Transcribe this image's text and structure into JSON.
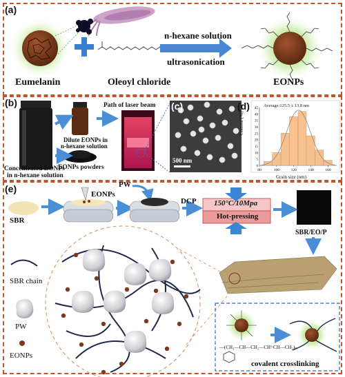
{
  "panels": {
    "a": "(a)",
    "b": "(b)",
    "c": "(c)",
    "d": "(d)",
    "e": "(e)"
  },
  "panel_a": {
    "eumelanin": "Eumelanin",
    "oleoyl_chloride": "Oleoyl chloride",
    "arrow_top": "n-hexane solution",
    "arrow_bottom": "ultrasonication",
    "eonps": "EONPs",
    "plus": "+"
  },
  "panel_b": {
    "concentrated": "Concentrated EONPs\nin n-hexane solution",
    "concentrated_l1": "Concentrated EONPs",
    "concentrated_l2": "in n-hexane solution",
    "dilute_l1": "Dilute EONPs in",
    "dilute_l2": "n-hexane  solution",
    "powders": "EONPs powders",
    "laser": "Path of laser beam",
    "scale_bar": "500 nm"
  },
  "panel_d": {
    "annotation": "Average:125.5 ± 13.8 nm",
    "xlabel": "Grain size (nm)",
    "ylabel": "Content (%)"
  },
  "chart_data": {
    "type": "bar",
    "categories": [
      "90",
      "100",
      "110",
      "120",
      "130",
      "140",
      "150",
      "160"
    ],
    "values": [
      3,
      10,
      25,
      38,
      42,
      23,
      12,
      4
    ],
    "xticks": [
      "80",
      "100",
      "120",
      "140",
      "160"
    ],
    "yticks": [
      "0",
      "5",
      "10",
      "15",
      "20",
      "25",
      "30",
      "35",
      "40",
      "45"
    ],
    "ylim": [
      0,
      45
    ],
    "xlim": [
      80,
      170
    ],
    "bar_color": "#f6c18e",
    "fit_color": "#888888"
  },
  "panel_e": {
    "sbr": "SBR",
    "eonps_top": "EONPs",
    "pw_top": "PW",
    "dcp": "DCP",
    "press_l1": "150°C/10Mpa",
    "press_l2": "Hot-pressing",
    "product": "SBR/EO/P",
    "legend_chain": "SBR chain",
    "legend_pw": "PW",
    "legend_eonps": "EONPs",
    "crosslink": "covalent crosslinking",
    "formula": "—(CH₂—CH—CH₂—CH=CH—CH₂)ₙ"
  },
  "colors": {
    "accent": "#c0542b",
    "arrow": "#4a8fd6",
    "particle": "#7a3a1c",
    "glow": "#9ee06a",
    "frame": "#2f66b3"
  }
}
